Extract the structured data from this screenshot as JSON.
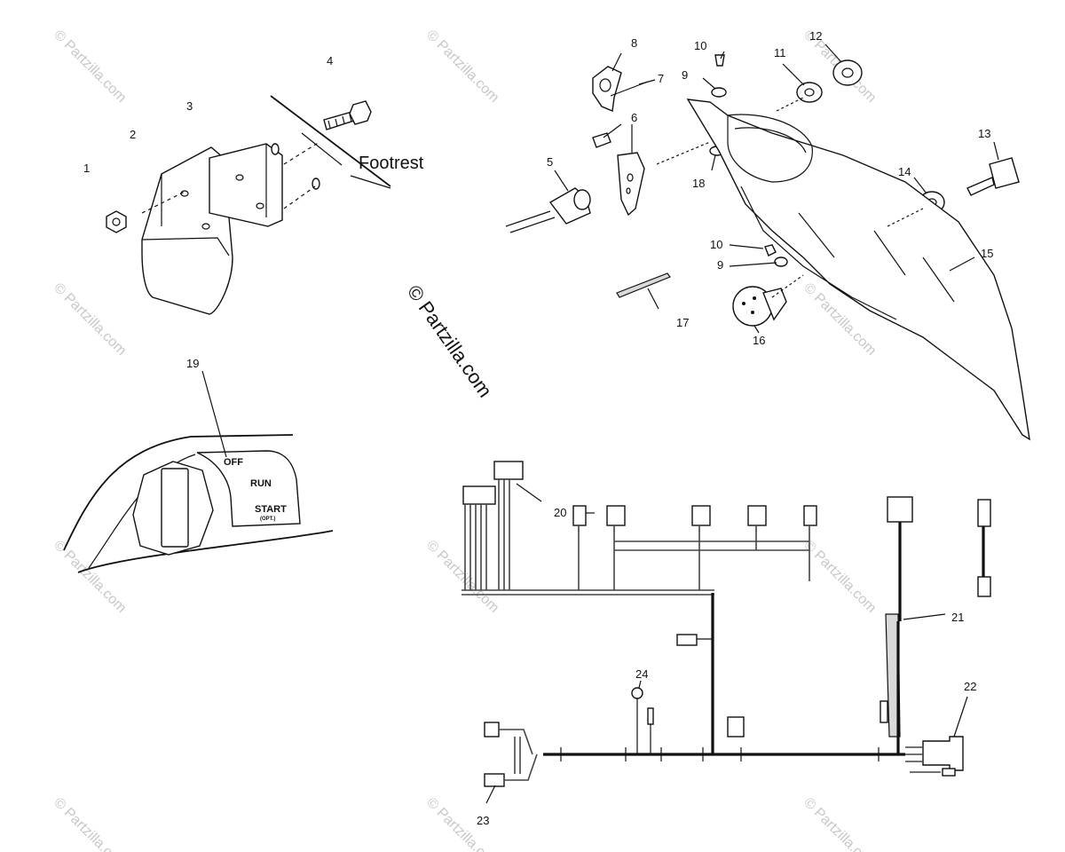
{
  "labels": {
    "footrest": "Footrest",
    "copyright": "© Partzilla.com",
    "watermark": "© Partzilla.com"
  },
  "dial": {
    "off": "OFF",
    "run": "RUN",
    "start": "START",
    "start_sub": "(OPT.)"
  },
  "callouts": {
    "c1": "1",
    "c2": "2",
    "c3": "3",
    "c4": "4",
    "c5": "5",
    "c6": "6",
    "c7": "7",
    "c8": "8",
    "c9a": "9",
    "c9b": "9",
    "c10a": "10",
    "c10b": "10",
    "c11": "11",
    "c12": "12",
    "c13": "13",
    "c14": "14",
    "c15": "15",
    "c16": "16",
    "c17": "17",
    "c18": "18",
    "c19": "19",
    "c20": "20",
    "c21": "21",
    "c22": "22",
    "c23": "23",
    "c24": "24"
  }
}
